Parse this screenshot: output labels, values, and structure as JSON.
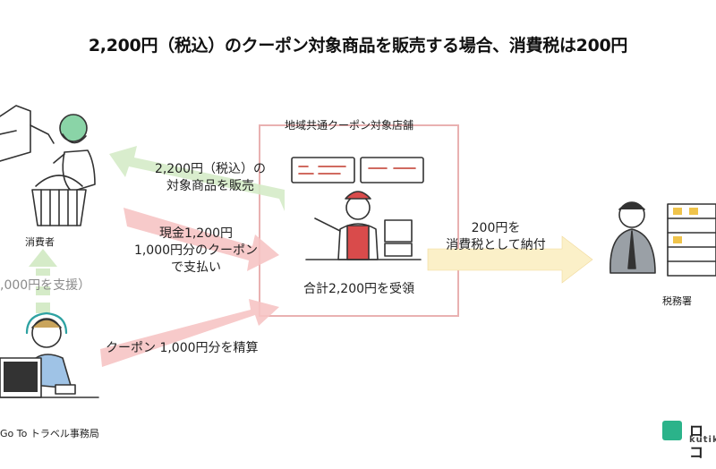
{
  "title": "2,200円（税込）のクーポン対象商品を販売する場合、消費税は200円",
  "nodes": {
    "consumer": "消費者",
    "store": "地域共通クーポン対象店舗",
    "tax_office": "税務署",
    "bureau": "Go To トラベル事務局"
  },
  "arrows": {
    "sale_line1": "2,200円（税込）の",
    "sale_line2": "対象商品を販売",
    "pay_line1": "現金1,200円",
    "pay_line2": "1,000円分のクーポン",
    "pay_line3": "で支払い",
    "support": ",000円を支援）",
    "settle": "クーポン 1,000円分を精算",
    "tax_line1": "200円を",
    "tax_line2": "消費税として納付"
  },
  "store_receipt": "合計2,200円を受領",
  "logo": {
    "text": "ロコ",
    "sub": "kutik"
  },
  "colors": {
    "green_arrow": "#d5ebc8",
    "pink_arrow": "#f6c4c4",
    "yellow_arrow": "#fbf0c8",
    "store_border": "#e9b1b1",
    "logo": "#2bb38a"
  }
}
